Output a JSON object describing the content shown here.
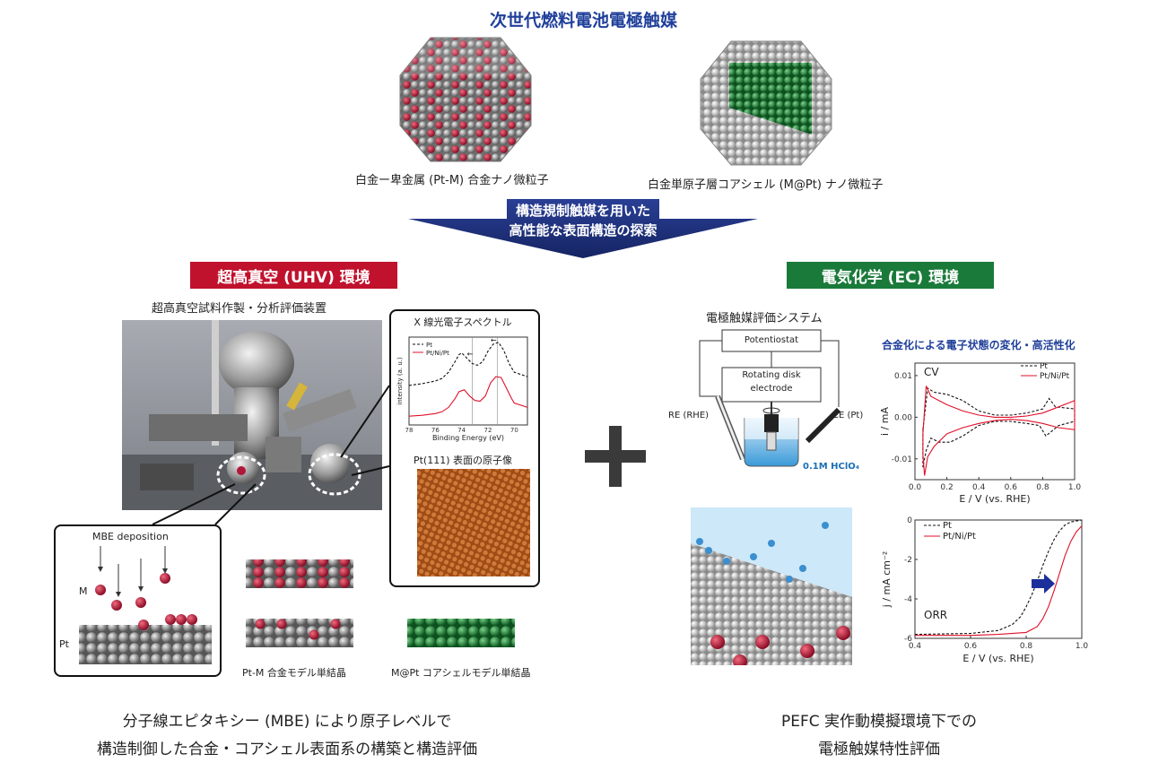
{
  "header": {
    "title": "次世代燃料電池電極触媒"
  },
  "nanoparticles": {
    "left_caption": "白金ー卑金属 (Pt-M) 合金ナノ微粒子",
    "right_caption": "白金単原子層コアシェル (M@Pt) ナノ微粒子"
  },
  "banner": {
    "line1": "構造規制触媒を用いた",
    "line2": "高性能な表面構造の探索"
  },
  "uhv": {
    "heading": "超高真空 (UHV) 環境",
    "apparatus_caption": "超高真空試料作製・分析評価装置",
    "xps_title": "X 線光電子スペクトル",
    "xps_legend": [
      "Pt",
      "Pt/Ni/Pt"
    ],
    "xps_ylabel": "intensity (a. u.)",
    "xps_xlabel": "Binding Energy (eV)",
    "xps_ticks": [
      "78",
      "76",
      "74",
      "72",
      "70"
    ],
    "stm_title": "Pt(111) 表面の原子像",
    "mbe_label": "MBE deposition",
    "label_m": "M",
    "label_pt": "Pt",
    "ptm_caption": "Pt-M 合金モデル単結晶",
    "mpt_caption": "M@Pt コアシェルモデル単結晶",
    "bottom_line1": "分子線エピタキシー (MBE) により原子レベルで",
    "bottom_line2": "構造制御した合金・コアシェル表面系の構築と構造評価"
  },
  "plus_sign": "+",
  "ec": {
    "heading": "電気化学 (EC) 環境",
    "system_caption": "電極触媒評価システム",
    "potentiostat": "Potentiostat",
    "rde_line1": "Rotating disk",
    "rde_line2": "electrode",
    "re_label": "RE (RHE)",
    "ce_label": "CE (Pt)",
    "electrolyte": "0.1M HClO₄",
    "alloy_note": "合金化による電子状態の変化・高活性化",
    "bottom_line1": "PEFC 実作動模擬環境下での",
    "bottom_line2": "電極触媒特性評価"
  },
  "colors": {
    "title_blue": "#1f3f9a",
    "uhv_red": "#c0122d",
    "ec_green": "#1a7a3a",
    "banner_navy": "#1c2f7f",
    "pt_grey": "#8f8f8f",
    "m_red": "#b0183a",
    "core_green": "#1e8a3c",
    "stm_brown": "#b05a1c",
    "series_red": "#e0102a"
  },
  "chart_data": [
    {
      "type": "line",
      "id": "cv",
      "annotation": "CV",
      "xlabel": "E / V (vs. RHE)",
      "ylabel": "i / mA",
      "xlim": [
        0.0,
        1.0
      ],
      "ylim": [
        -0.015,
        0.013
      ],
      "xticks": [
        "0.0",
        "0.2",
        "0.4",
        "0.6",
        "0.8",
        "1.0"
      ],
      "yticks": [
        "0.01",
        "0.00",
        "-0.01"
      ],
      "legend_placement": "top-right",
      "series": [
        {
          "name": "Pt",
          "style": "dashed",
          "x": [
            0.05,
            0.08,
            0.12,
            0.2,
            0.3,
            0.4,
            0.5,
            0.6,
            0.7,
            0.8,
            0.84,
            0.88,
            1.0,
            1.0,
            0.9,
            0.82,
            0.78,
            0.7,
            0.6,
            0.5,
            0.4,
            0.3,
            0.22,
            0.15,
            0.1,
            0.07,
            0.05,
            0.05
          ],
          "y": [
            -0.003,
            0.007,
            0.006,
            0.0055,
            0.004,
            0.0015,
            0.0005,
            0.0005,
            0.001,
            0.002,
            0.0045,
            0.0025,
            0.002,
            -0.001,
            -0.002,
            -0.0045,
            -0.002,
            -0.0015,
            -0.001,
            -0.001,
            -0.002,
            -0.0045,
            -0.006,
            -0.006,
            -0.005,
            -0.008,
            -0.012,
            -0.003
          ]
        },
        {
          "name": "Pt/Ni/Pt",
          "style": "solid",
          "x": [
            0.05,
            0.07,
            0.1,
            0.2,
            0.3,
            0.4,
            0.5,
            0.6,
            0.7,
            0.8,
            0.9,
            1.0,
            1.0,
            0.9,
            0.8,
            0.7,
            0.6,
            0.5,
            0.4,
            0.3,
            0.2,
            0.12,
            0.08,
            0.06,
            0.05,
            0.05
          ],
          "y": [
            -0.004,
            0.0075,
            0.005,
            0.003,
            0.0015,
            0.0005,
            0.0,
            0.0,
            0.0003,
            0.001,
            0.0025,
            0.004,
            -0.003,
            -0.0025,
            -0.0015,
            -0.0008,
            -0.0005,
            -0.0008,
            -0.0015,
            -0.0025,
            -0.004,
            -0.007,
            -0.0095,
            -0.014,
            -0.009,
            -0.004
          ]
        }
      ]
    },
    {
      "type": "line",
      "id": "orr",
      "annotation": "ORR",
      "xlabel": "E / V (vs. RHE)",
      "ylabel": "j / mA cm⁻²",
      "xlim": [
        0.4,
        1.0
      ],
      "ylim": [
        -6,
        0
      ],
      "xticks": [
        "0.4",
        "0.6",
        "0.8",
        "1.0"
      ],
      "yticks": [
        "0",
        "-2",
        "-4",
        "-6"
      ],
      "legend_placement": "top-left",
      "series": [
        {
          "name": "Pt",
          "style": "dashed",
          "x": [
            0.4,
            0.6,
            0.7,
            0.75,
            0.78,
            0.8,
            0.82,
            0.84,
            0.86,
            0.88,
            0.9,
            0.92,
            0.94,
            0.96,
            1.0
          ],
          "y": [
            -5.8,
            -5.75,
            -5.6,
            -5.3,
            -4.9,
            -4.4,
            -3.8,
            -3.1,
            -2.3,
            -1.6,
            -1.0,
            -0.55,
            -0.25,
            -0.1,
            0
          ]
        },
        {
          "name": "Pt/Ni/Pt",
          "style": "solid",
          "x": [
            0.4,
            0.6,
            0.7,
            0.8,
            0.84,
            0.86,
            0.88,
            0.9,
            0.92,
            0.94,
            0.96,
            0.98,
            1.0
          ],
          "y": [
            -5.85,
            -5.85,
            -5.8,
            -5.7,
            -5.4,
            -5.0,
            -4.4,
            -3.6,
            -2.7,
            -1.8,
            -1.1,
            -0.6,
            -0.3
          ]
        }
      ]
    },
    {
      "type": "line",
      "id": "xps",
      "xlabel": "Binding Energy (eV)",
      "ylabel": "intensity (a. u.)",
      "xlim": [
        78,
        69
      ],
      "xticks": [
        "78",
        "76",
        "74",
        "72",
        "70"
      ],
      "legend_placement": "top-left",
      "series": [
        {
          "name": "Pt",
          "style": "dashed",
          "x": [
            78,
            77,
            76,
            75.5,
            75,
            74.5,
            74.2,
            74.0,
            73.6,
            73.2,
            72.8,
            72.4,
            72.0,
            71.6,
            71.2,
            70.8,
            70.4,
            70,
            69
          ],
          "y": [
            0.45,
            0.47,
            0.5,
            0.53,
            0.6,
            0.72,
            0.8,
            0.82,
            0.76,
            0.7,
            0.68,
            0.72,
            0.84,
            0.92,
            0.94,
            0.85,
            0.7,
            0.6,
            0.55
          ]
        },
        {
          "name": "Pt/Ni/Pt",
          "style": "solid",
          "x": [
            78,
            77,
            76,
            75.5,
            75,
            74.5,
            74.2,
            73.8,
            73.4,
            73.0,
            72.6,
            72.2,
            71.8,
            71.4,
            71.0,
            70.6,
            70.2,
            70,
            69
          ],
          "y": [
            0.1,
            0.11,
            0.13,
            0.15,
            0.2,
            0.3,
            0.38,
            0.4,
            0.33,
            0.28,
            0.27,
            0.33,
            0.48,
            0.55,
            0.54,
            0.42,
            0.3,
            0.25,
            0.2
          ]
        }
      ]
    }
  ]
}
